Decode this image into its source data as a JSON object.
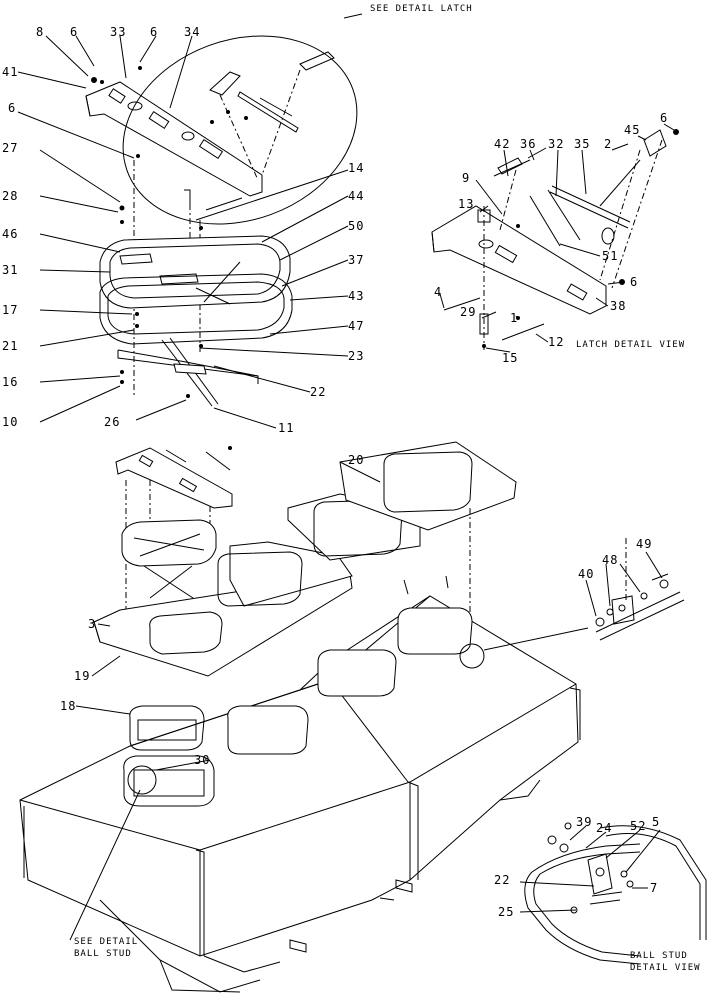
{
  "captions": {
    "see_detail_latch": "SEE DETAIL LATCH",
    "latch_detail_view": "LATCH DETAIL VIEW",
    "see_detail_ball_stud": [
      "SEE DETAIL",
      "BALL STUD"
    ],
    "ball_stud_detail_view": [
      "BALL STUD",
      "DETAIL VIEW"
    ]
  },
  "callouts": [
    "8",
    "6",
    "33",
    "6",
    "34",
    "41",
    "6",
    "27",
    "28",
    "46",
    "31",
    "17",
    "21",
    "16",
    "10",
    "26",
    "11",
    "14",
    "44",
    "50",
    "37",
    "43",
    "47",
    "23",
    "22",
    "42",
    "36",
    "32",
    "35",
    "2",
    "45",
    "6",
    "9",
    "13",
    "51",
    "6",
    "38",
    "4",
    "29",
    "1",
    "12",
    "15",
    "20",
    "3",
    "19",
    "18",
    "30",
    "48",
    "49",
    "40",
    "52",
    "5",
    "39",
    "24",
    "22",
    "7",
    "25"
  ]
}
